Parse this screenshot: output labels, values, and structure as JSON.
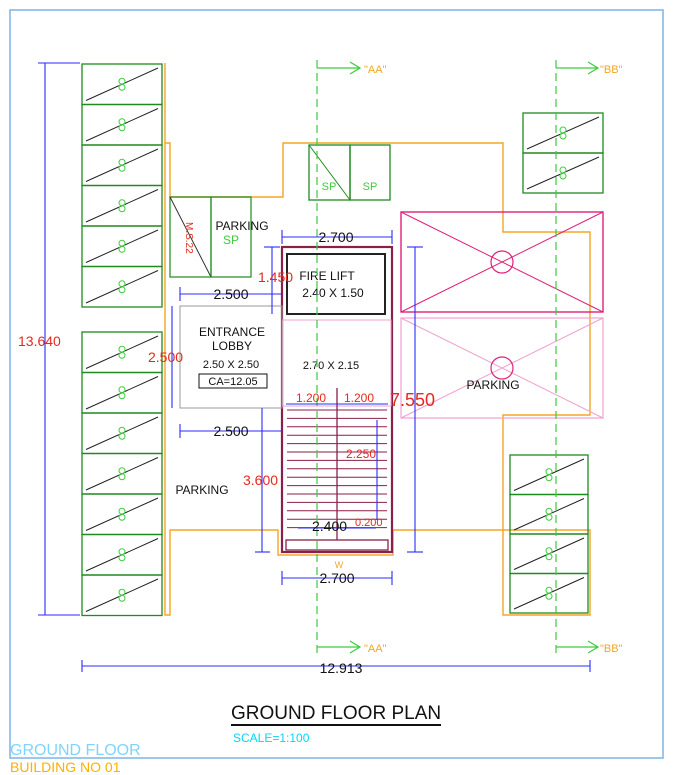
{
  "drawing": {
    "title": "GROUND FLOOR PLAN",
    "scale": "SCALE=1:100",
    "corner_label_1": "GROUND FLOOR",
    "corner_label_2": "BUILDING NO 01"
  },
  "dimensions": {
    "overall_height": "13.640",
    "overall_width": "12.913",
    "stair_width_top": "2.700",
    "stair_width_bottom": "2.700",
    "lift_offset": "1.450",
    "lobby_width_top": "2.500",
    "lobby_width_bottom": "2.500",
    "lobby_height": "2.500",
    "core_height": "7.550",
    "flight_length": "3.600",
    "flight_width_left": "1.200",
    "flight_width_right": "1.200",
    "going": "2.250",
    "landing_width": "2.400",
    "landing_depth": "0.200"
  },
  "rooms": {
    "fire_lift_label": "FIRE LIFT",
    "fire_lift_size": "2.40 X 1.50",
    "lobby_label_1": "ENTRANCE",
    "lobby_label_2": "LOBBY",
    "lobby_size": "2.50 X 2.50",
    "lobby_ca": "CA=12.05",
    "stair_size": "2.70 X 2.15",
    "parking_1": "PARKING",
    "parking_2": "PARKING",
    "parking_3": "PARKING",
    "sp_1": "SP",
    "sp_2": "SP",
    "sp_3": "SP",
    "mh_tag": "M.S.22",
    "stair_w": "W"
  },
  "sections": {
    "aa_top": "\"AA\"",
    "aa_bottom": "\"AA\"",
    "bb_top": "\"BB\"",
    "bb_bottom": "\"BB\""
  },
  "colors": {
    "wall": "#f5a623",
    "parking_bay": "#1f8a1f",
    "dimension": "#2b2bff",
    "dim_text": "#e8281e",
    "section_line": "#3ccc3c",
    "hatch": "#e0207a",
    "core": "#8a1f4a"
  }
}
